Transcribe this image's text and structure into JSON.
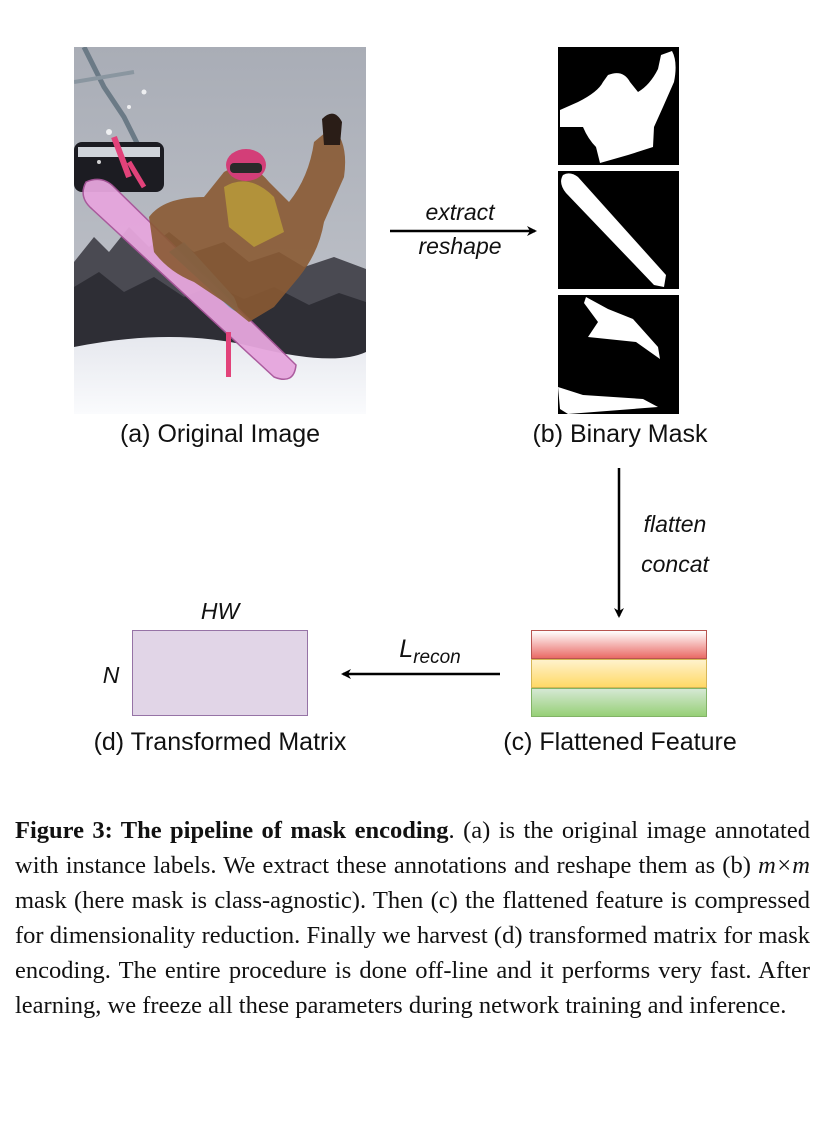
{
  "figure": {
    "panels": {
      "a": {
        "label": "(a) Original Image"
      },
      "b": {
        "label": "(b) Binary Mask"
      },
      "c": {
        "label": "(c) Flattened Feature"
      },
      "d": {
        "label": "(d) Transformed Matrix"
      }
    },
    "operations": {
      "extract": "extract",
      "reshape": "reshape",
      "flatten": "flatten",
      "concat": "concat",
      "loss_main": "L",
      "loss_sub": "recon"
    },
    "matrix_dims": {
      "width_label": "HW",
      "height_label": "N"
    },
    "colors": {
      "matrix_fill": "#e1d5e7",
      "matrix_stroke": "#9673a6",
      "bar_red": "#ea6b66",
      "bar_yellow": "#ffd966",
      "bar_green": "#97d077"
    }
  },
  "caption": {
    "title": "Figure 3: The pipeline of mask encoding",
    "seg1": ". (a) is the original image annotated with instance labels. We extract these annotations and reshape them as (b) ",
    "math": "m×m",
    "seg2": " mask (here mask is class-agnostic). Then (c) the flattened feature is compressed for dimensionality reduction. Finally we harvest (d) transformed matrix for mask encoding. The entire procedure is done off-line and it performs very fast. After learning, we freeze all these parameters during network training and inference."
  }
}
